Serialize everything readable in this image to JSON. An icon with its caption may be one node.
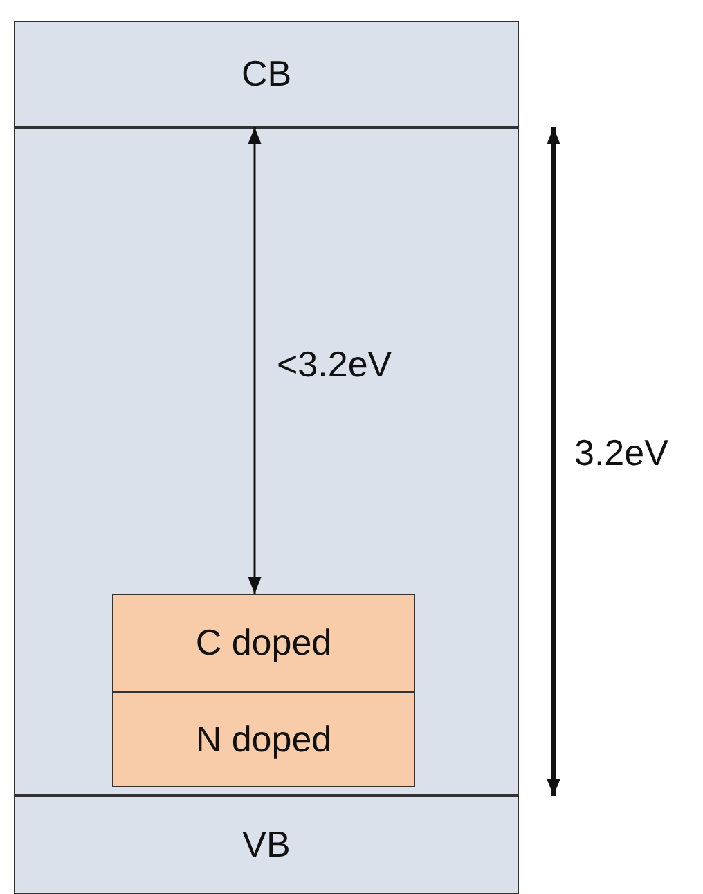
{
  "diagram": {
    "nodes": [
      {
        "text": [
          "CB"
        ]
      },
      {
        "text": [
          "C doped"
        ]
      },
      {
        "text": [
          "N doped"
        ]
      },
      {
        "text": [
          "VB"
        ]
      }
    ],
    "edges": [
      {
        "from": 0,
        "to": 1,
        "arrow": "both",
        "label": "<3.2eV"
      },
      {
        "from": 0,
        "to": 3,
        "arrow": "both",
        "label": "3.2eV",
        "style": "thick"
      }
    ]
  }
}
